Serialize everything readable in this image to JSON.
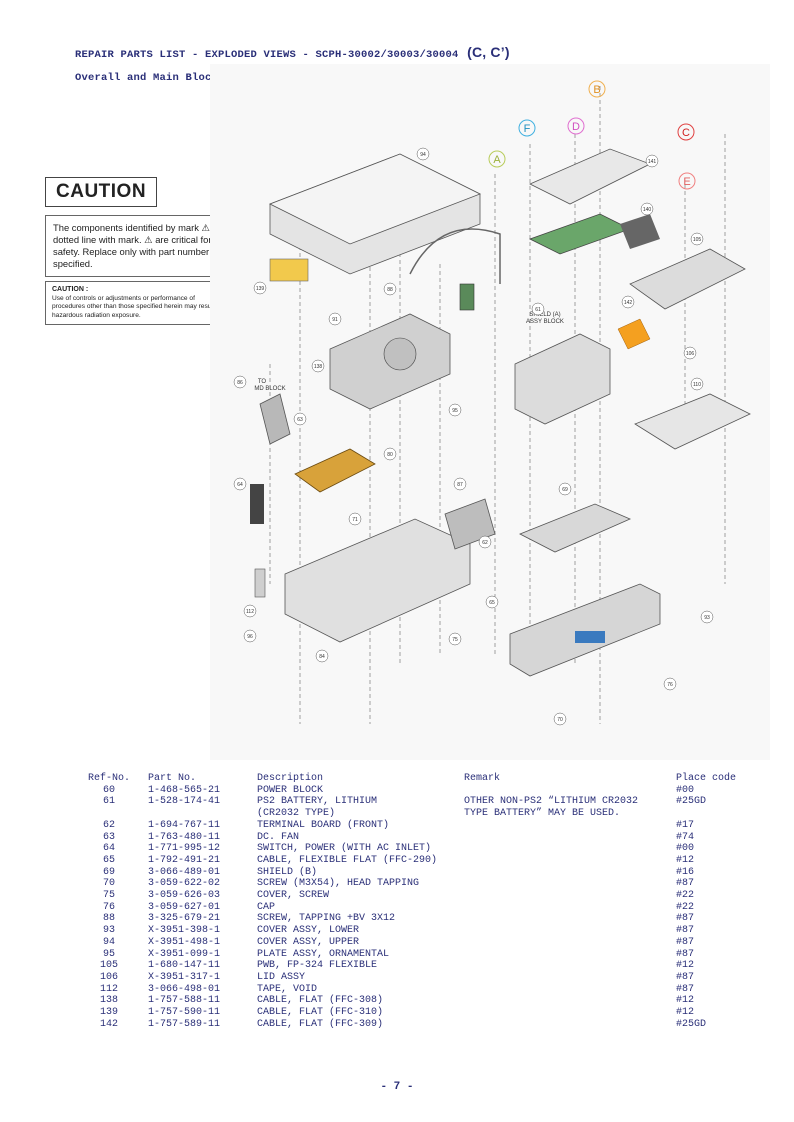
{
  "header": {
    "title": "REPAIR PARTS LIST - EXPLODED VIEWS - SCPH-30002/30003/30004",
    "title_suffix": "(C, C’)",
    "subtitle": "Overall and Main Block"
  },
  "caution": {
    "title": "CAUTION",
    "text1": "The components identified by mark ⚠ or dotted line with mark. ⚠ are critical for safety. Replace only with part number specified.",
    "text2_heading": "CAUTION :",
    "text2": "Use of controls or adjustments or performance of procedures other than those specified herein may result in hazardous radiation exposure."
  },
  "diagram": {
    "labels": {
      "shield_a": "SHIELD (A)",
      "shield_a2": "ASSY BLOCK",
      "to_md": "TO",
      "to_md2": "MD BLOCK"
    },
    "letters": [
      "A",
      "B",
      "C",
      "D",
      "E",
      "F"
    ],
    "callouts": [
      "94",
      "139",
      "138",
      "88",
      "91",
      "142",
      "140",
      "141",
      "105",
      "106",
      "110",
      "112",
      "95",
      "61",
      "62",
      "63",
      "64",
      "65",
      "69",
      "70",
      "71",
      "75",
      "76",
      "93",
      "96",
      "80",
      "84",
      "86",
      "87"
    ]
  },
  "table": {
    "headers": {
      "ref": "Ref-No.",
      "part": "Part No.",
      "desc": "Description",
      "remark": "Remark",
      "place": "Place code"
    },
    "rows": [
      {
        "ref": "60",
        "part": "1-468-565-21",
        "desc": "POWER BLOCK",
        "remark": "",
        "place": "#00"
      },
      {
        "ref": "61",
        "part": "1-528-174-41",
        "desc": "PS2 BATTERY, LITHIUM",
        "remark": "OTHER NON-PS2 “LITHIUM CR2032",
        "place": "#25GD"
      },
      {
        "ref": "",
        "part": "",
        "desc": "(CR2032 TYPE)",
        "remark": "TYPE BATTERY” MAY BE USED.",
        "place": ""
      },
      {
        "ref": "62",
        "part": "1-694-767-11",
        "desc": "TERMINAL BOARD (FRONT)",
        "remark": "",
        "place": "#17"
      },
      {
        "ref": "63",
        "part": "1-763-480-11",
        "desc": "DC. FAN",
        "remark": "",
        "place": "#74"
      },
      {
        "ref": "64",
        "part": "1-771-995-12",
        "desc": "SWITCH, POWER (WITH AC INLET)",
        "remark": "",
        "place": "#00"
      },
      {
        "ref": "65",
        "part": "1-792-491-21",
        "desc": "CABLE, FLEXIBLE FLAT (FFC-290)",
        "remark": "",
        "place": "#12"
      },
      {
        "ref": "69",
        "part": "3-066-489-01",
        "desc": "SHIELD (B)",
        "remark": "",
        "place": "#16"
      },
      {
        "ref": "70",
        "part": "3-059-622-02",
        "desc": "SCREW (M3X54), HEAD TAPPING",
        "remark": "",
        "place": "#87"
      },
      {
        "ref": "75",
        "part": "3-059-626-03",
        "desc": "COVER, SCREW",
        "remark": "",
        "place": "#22"
      },
      {
        "ref": "76",
        "part": "3-059-627-01",
        "desc": "CAP",
        "remark": "",
        "place": "#22"
      },
      {
        "ref": "88",
        "part": "3-325-679-21",
        "desc": "SCREW, TAPPING +BV 3X12",
        "remark": "",
        "place": "#87"
      },
      {
        "ref": "93",
        "part": "X-3951-398-1",
        "desc": "COVER ASSY, LOWER",
        "remark": "",
        "place": "#87"
      },
      {
        "ref": "94",
        "part": "X-3951-498-1",
        "desc": "COVER ASSY, UPPER",
        "remark": "",
        "place": "#87"
      },
      {
        "ref": "95",
        "part": "X-3951-099-1",
        "desc": "PLATE ASSY, ORNAMENTAL",
        "remark": "",
        "place": "#87"
      },
      {
        "ref": "105",
        "part": "1-680-147-11",
        "desc": "PWB, FP-324 FLEXIBLE",
        "remark": "",
        "place": "#12"
      },
      {
        "ref": "106",
        "part": "X-3951-317-1",
        "desc": "LID ASSY",
        "remark": "",
        "place": "#87"
      },
      {
        "ref": "112",
        "part": "3-066-498-01",
        "desc": "TAPE, VOID",
        "remark": "",
        "place": "#87"
      },
      {
        "ref": "138",
        "part": "1-757-588-11",
        "desc": "CABLE, FLAT (FFC-308)",
        "remark": "",
        "place": "#12"
      },
      {
        "ref": "139",
        "part": "1-757-590-11",
        "desc": "CABLE, FLAT (FFC-310)",
        "remark": "",
        "place": "#12"
      },
      {
        "ref": "142",
        "part": "1-757-589-11",
        "desc": "CABLE, FLAT (FFC-309)",
        "remark": "",
        "place": "#25GD"
      }
    ]
  },
  "footer": {
    "page": "- 7 -"
  }
}
